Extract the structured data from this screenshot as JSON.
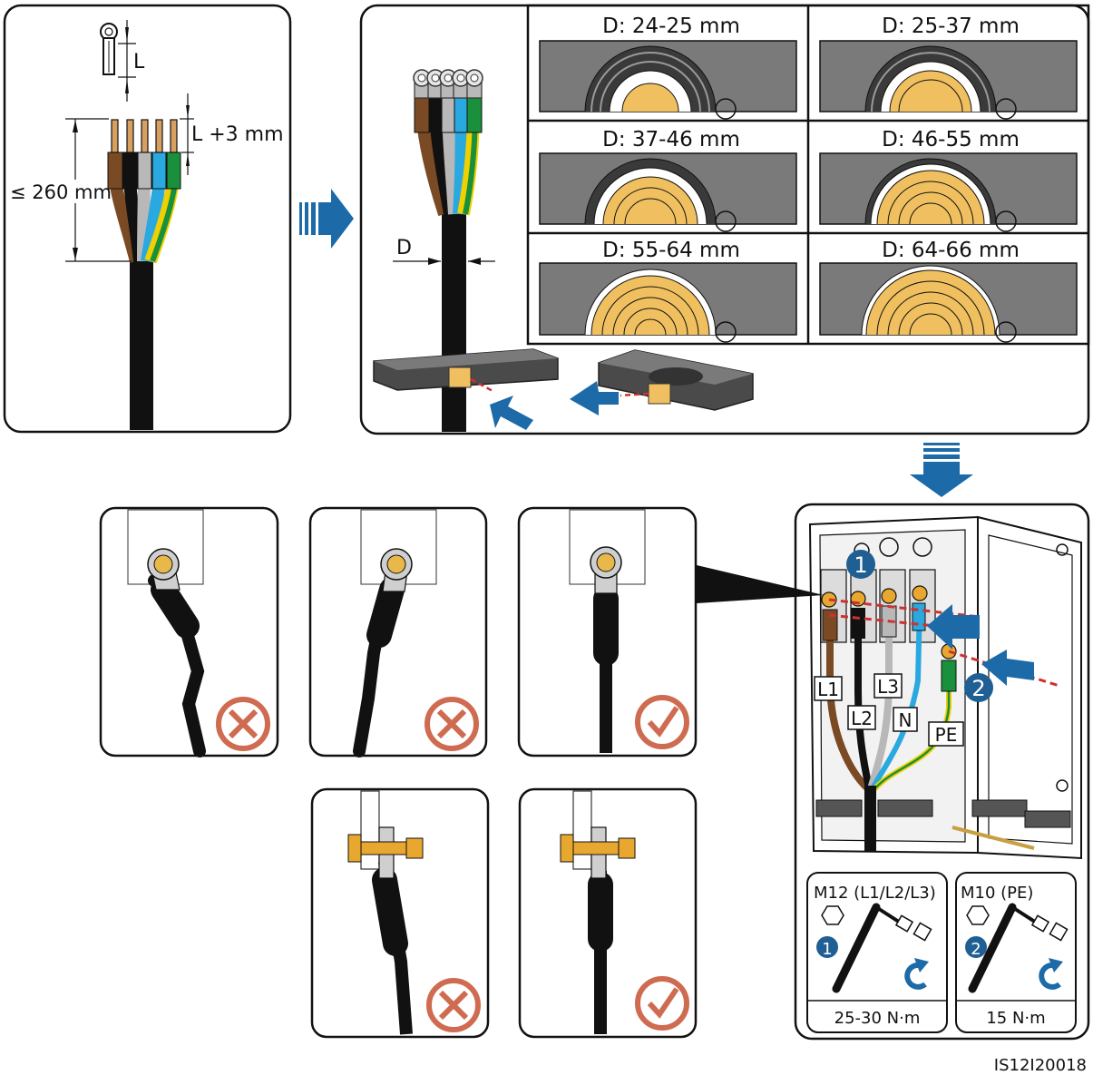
{
  "panel1": {
    "dim_L": "L",
    "dim_strip": "L +3 mm",
    "dim_length": "≤ 260 mm"
  },
  "panel2": {
    "dim_D": "D",
    "seal_sizes": [
      "D: 24-25 mm",
      "D: 25-37 mm",
      "D: 37-46 mm",
      "D: 46-55 mm",
      "D: 55-64 mm",
      "D: 64-66 mm"
    ]
  },
  "cabinet": {
    "terminal_labels": [
      "L1",
      "L2",
      "L3",
      "N",
      "PE"
    ],
    "step_badges": [
      "1",
      "2"
    ]
  },
  "torque": [
    {
      "bolt": "M12 (L1/L2/L3)",
      "step": "1",
      "value": "25-30 N·m"
    },
    {
      "bolt": "M10 (PE)",
      "step": "2",
      "value": "15 N·m"
    }
  ],
  "figure_id": "IS12I20018",
  "colors": {
    "arrow_blue": "#1c6aa8",
    "badge_blue": "#1f5f93",
    "wrong_mark": "#cf6b50",
    "cable_black": "#111111",
    "brown": "#7a4a24",
    "gray": "#b8b8b8",
    "blue": "#2aa8e0",
    "green": "#1a8f3c",
    "yellow": "#f0d000",
    "seal_gold": "#f0c060",
    "seal_gray": "#7a7a7a",
    "lug_gold": "#e8a830"
  },
  "icons": [
    "block-arrow-right-icon",
    "block-arrow-down-icon",
    "wrong-mark-icon",
    "correct-mark-icon",
    "hexagon-bolt-icon",
    "torque-wrench-icon",
    "rotate-clockwise-icon"
  ]
}
